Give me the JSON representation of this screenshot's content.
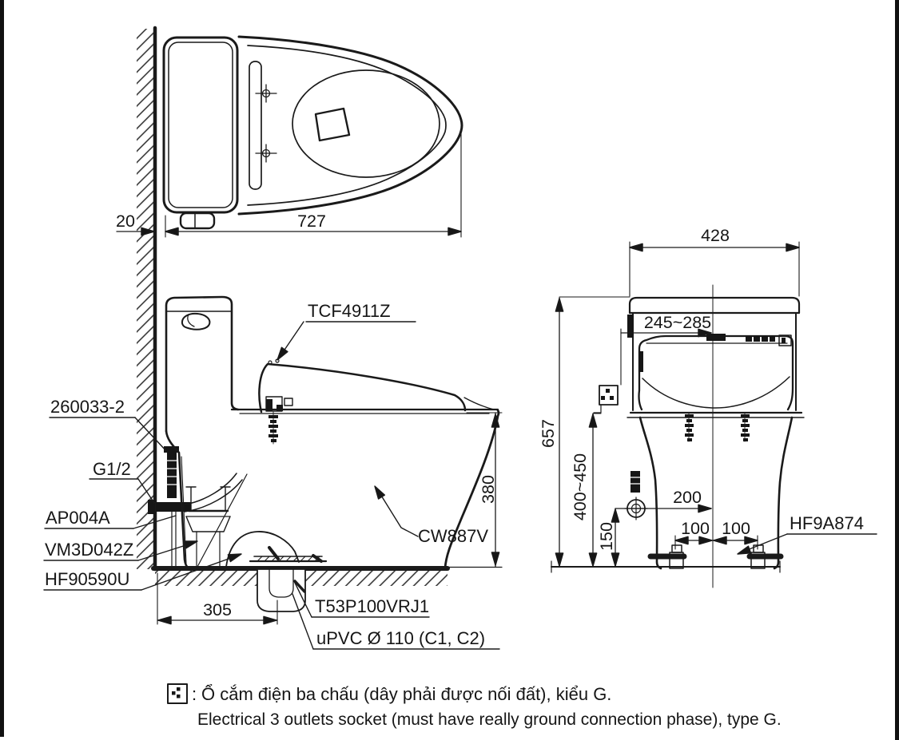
{
  "colors": {
    "line": "#1a1a1a",
    "background": "#ffffff"
  },
  "top_view": {
    "wall_gap": "20",
    "overall_length": "727"
  },
  "side_view": {
    "washlet_model": "TCF4911Z",
    "supply_pipe": "260033-2",
    "thread_size": "G1/2",
    "stop_valve": "AP004A",
    "tank_fitting": "VM3D042Z",
    "floor_bolt": "HF90590U",
    "bowl_model": "CW887V",
    "rim_height": "380",
    "drain_setout": "305",
    "flange": "T53P100VRJ1",
    "drain_pipe": "uPVC Ø 110 (C1, C2)"
  },
  "front_view": {
    "overall_width": "428",
    "socket_offset": "245~285",
    "overall_height": "657",
    "socket_height": "400~450",
    "supply_height": "150",
    "supply_offset": "200",
    "bolt_spacing_left": "100",
    "bolt_spacing_right": "100",
    "fixing_bolt": "HF9A874"
  },
  "note": {
    "colon": ":",
    "vietnamese": "Ổ cắm điện ba chấu (dây phải được nối đất), kiểu G.",
    "english": "Electrical 3 outlets socket (must have really ground connection phase), type G."
  }
}
